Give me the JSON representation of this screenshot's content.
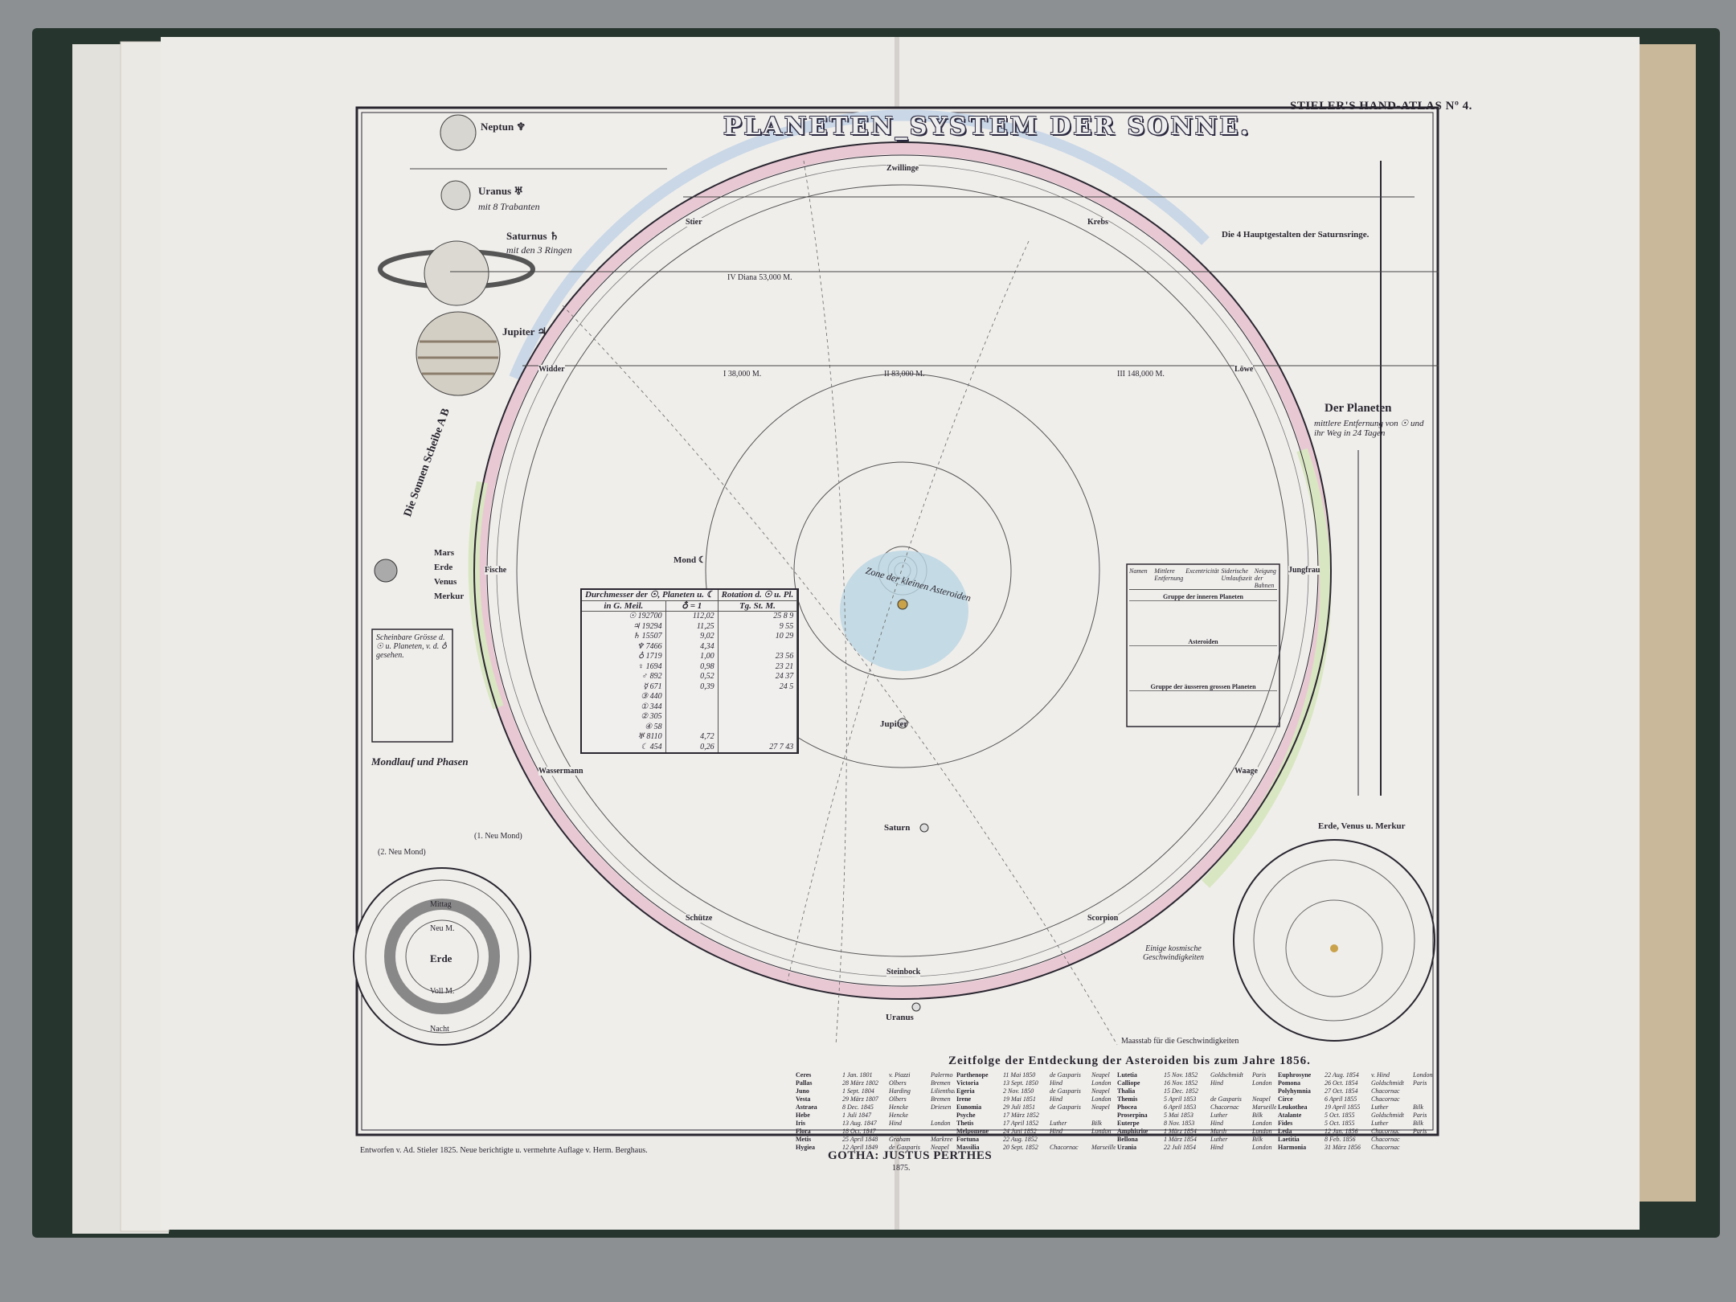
{
  "header": {
    "atlas": "STIELER'S HAND-ATLAS Nº 4.",
    "title": "PLANETEN_SYSTEM DER SONNE."
  },
  "footer": {
    "credit": "Entworfen v. Ad. Stieler 1825. Neue berichtigte u. vermehrte Auflage v. Herm. Berghaus.",
    "publisher": "GOTHA: JUSTUS PERTHES",
    "year": "1875."
  },
  "left_column": {
    "neptun": "Neptun ♆",
    "uranus": "Uranus ♅",
    "uranus_note": "mit 8 Trabanten",
    "saturnus": "Saturnus ♄",
    "saturnus_note": "mit den 3 Ringen",
    "jupiter": "Jupiter ♃",
    "mars": "Mars",
    "erde": "Erde",
    "venus": "Venus",
    "merkur": "Merkur",
    "scheibe": "Die Sonnen Scheibe A B",
    "scheinbare": "Scheinbare Grösse d. ☉ u. Planeten, v. d. ♁ gesehen.",
    "mondlauf": "Mondlauf und Phasen",
    "neu_mond": "(1. Neu Mond)",
    "neu_mond2": "(2. Neu Mond)",
    "erde_center": "Erde",
    "voll_m": "Voll M.",
    "neu_m": "Neu M.",
    "nacht": "Nacht",
    "mittag": "Mittag"
  },
  "diagram": {
    "zone": "Zone der kleinen Asteroiden",
    "jupiter": "Jupiter",
    "saturn": "Saturn",
    "uranus": "Uranus",
    "mond": "Mond ☾",
    "ring_labels": [
      "Steinbock",
      "Schütze",
      "Wassermann",
      "Fische",
      "Widder",
      "Stier",
      "Zwillinge",
      "Krebs",
      "Löwe",
      "Jungfrau",
      "Waage",
      "Scorpion"
    ],
    "scale_I": "I 38,000 M.",
    "scale_II": "II 83,000 M.",
    "scale_III": "III 148,000 M.",
    "scale_IV": "IV Diana 53,000 M."
  },
  "diameter_table": {
    "title": "Durchmesser der ☉, Planeten u. ☾",
    "rotation_header": "Rotation d. ☉ u. Pl.",
    "col1": "in G. Meil.",
    "col2": "♁ = 1",
    "col3": "Tg. St. M.",
    "rows": [
      [
        "☉ 192700",
        "112,02",
        "25  8  9"
      ],
      [
        "♃ 19294",
        "11,25",
        "9 55"
      ],
      [
        "♄ 15507",
        "9,02",
        "10 29"
      ],
      [
        "♆ 7466",
        "4,34",
        ""
      ],
      [
        "♁ 1719",
        "1,00",
        "23 56"
      ],
      [
        "♀ 1694",
        "0,98",
        "23 21"
      ],
      [
        "♂ 892",
        "0,52",
        "24 37"
      ],
      [
        "☿ 671",
        "0,39",
        "24 5"
      ],
      [
        "③ 440",
        "",
        ""
      ],
      [
        "① 344",
        "",
        ""
      ],
      [
        "② 305",
        "",
        ""
      ],
      [
        "④ 58",
        "",
        ""
      ],
      [
        "♅ 8110",
        "4,72",
        ""
      ],
      [
        "☾ 454",
        "0,26",
        "27 7 43"
      ]
    ]
  },
  "right_column": {
    "saturn_rings": "Die 4 Hauptgestalten der Saturnsringe.",
    "planeten_title": "Der Planeten",
    "planeten_sub": "mittlere Entfernung von ☉ und ihr Weg in 24 Tagen",
    "geschw": "Einige kosmische Geschwindigkeiten",
    "maasstab": "Maasstab für die Geschwindigkeiten",
    "evm": "Erde, Venus u. Merkur",
    "planet_table_heads": [
      "Namen",
      "Mittlere Entfernung",
      "Excentricität",
      "Siderische Umlaufszeit",
      "Neigung der Bahnen"
    ],
    "planet_groups": [
      "Gruppe der inneren Planeten",
      "Asteroiden",
      "Gruppe der äusseren grossen Planeten"
    ]
  },
  "asteroids": {
    "title": "Zeitfolge der Entdeckung der Asteroiden bis zum Jahre 1856.",
    "columns": [
      [
        [
          "Ceres",
          "1 Jan. 1801",
          "v. Piazzi",
          "Palermo"
        ],
        [
          "Pallas",
          "28 März 1802",
          "Olbers",
          "Bremen"
        ],
        [
          "Juno",
          "1 Sept. 1804",
          "Harding",
          "Lilienthal"
        ],
        [
          "Vesta",
          "29 März 1807",
          "Olbers",
          "Bremen"
        ],
        [
          "Astraea",
          "8 Dec. 1845",
          "Hencke",
          "Driesen"
        ],
        [
          "Hebe",
          "1 Juli 1847",
          "Hencke",
          ""
        ],
        [
          "Iris",
          "13 Aug. 1847",
          "Hind",
          "London"
        ],
        [
          "Flora",
          "18 Oct. 1847",
          "",
          ""
        ],
        [
          "Metis",
          "25 April 1848",
          "Graham",
          "Markree"
        ],
        [
          "Hygiea",
          "12 April 1849",
          "de Gasparis",
          "Neapel"
        ]
      ],
      [
        [
          "Parthenope",
          "11 Mai 1850",
          "de Gasparis",
          "Neapel"
        ],
        [
          "Victoria",
          "13 Sept. 1850",
          "Hind",
          "London"
        ],
        [
          "Egeria",
          "2 Nov. 1850",
          "de Gasparis",
          "Neapel"
        ],
        [
          "Irene",
          "19 Mai 1851",
          "Hind",
          "London"
        ],
        [
          "Eunomia",
          "29 Juli 1851",
          "de Gasparis",
          "Neapel"
        ],
        [
          "Psyche",
          "17 März 1852",
          "",
          ""
        ],
        [
          "Thetis",
          "17 April 1852",
          "Luther",
          "Bilk"
        ],
        [
          "Melpomene",
          "24 Juni 1852",
          "Hind",
          "London"
        ],
        [
          "Fortuna",
          "22 Aug. 1852",
          "",
          ""
        ],
        [
          "Massilia",
          "20 Sept. 1852",
          "Chacornac",
          "Marseille"
        ]
      ],
      [
        [
          "Lutetia",
          "15 Nov. 1852",
          "Goldschmidt",
          "Paris"
        ],
        [
          "Calliope",
          "16 Nov. 1852",
          "Hind",
          "London"
        ],
        [
          "Thalia",
          "15 Dec. 1852",
          "",
          ""
        ],
        [
          "Themis",
          "5 April 1853",
          "de Gasparis",
          "Neapel"
        ],
        [
          "Phocea",
          "6 April 1853",
          "Chacornac",
          "Marseille"
        ],
        [
          "Proserpina",
          "5 Mai 1853",
          "Luther",
          "Bilk"
        ],
        [
          "Euterpe",
          "8 Nov. 1853",
          "Hind",
          "London"
        ],
        [
          "Amphitrite",
          "1 März 1854",
          "Marth",
          "London"
        ],
        [
          "Bellona",
          "1 März 1854",
          "Luther",
          "Bilk"
        ],
        [
          "Urania",
          "22 Juli 1854",
          "Hind",
          "London"
        ]
      ],
      [
        [
          "Euphrosyne",
          "22 Aug. 1854",
          "v. Hind",
          "London"
        ],
        [
          "Pomona",
          "26 Oct. 1854",
          "Goldschmidt",
          "Paris"
        ],
        [
          "Polyhymnia",
          "27 Oct. 1854",
          "Chacornac",
          ""
        ],
        [
          "Circe",
          "6 April 1855",
          "Chacornac",
          ""
        ],
        [
          "Leukothea",
          "19 April 1855",
          "Luther",
          "Bilk"
        ],
        [
          "Atalante",
          "5 Oct. 1855",
          "Goldschmidt",
          "Paris"
        ],
        [
          "Fides",
          "5 Oct. 1855",
          "Luther",
          "Bilk"
        ],
        [
          "Leda",
          "12 Jan. 1856",
          "Chacornac",
          "Paris"
        ],
        [
          "Laetitia",
          "8 Feb. 1856",
          "Chacornac",
          ""
        ],
        [
          "Harmonia",
          "31 März 1856",
          "Chacornac",
          ""
        ]
      ]
    ]
  },
  "colors": {
    "paper": "#ecebe8",
    "ink": "#2a2630",
    "ring_pink": "#e8c9d3",
    "ring_blue": "#c9d7e6",
    "ring_green": "#d9e6c2",
    "zone_blue": "#b9d4e2",
    "cover": "#26352e"
  }
}
